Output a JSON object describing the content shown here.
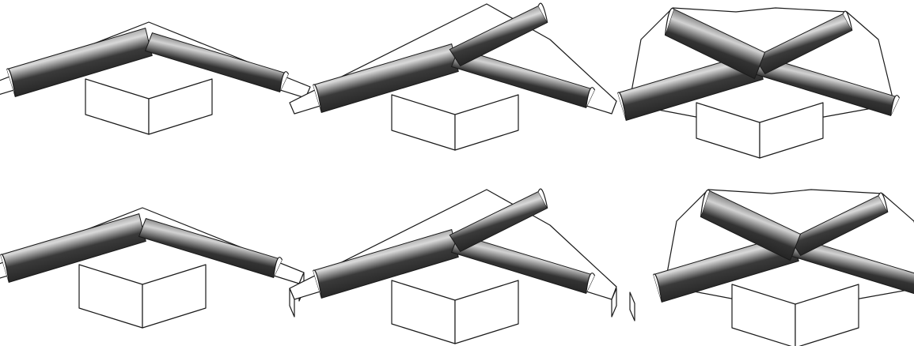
{
  "figure": {
    "panels": [
      {
        "id": "corner-flat",
        "shape": "corner",
        "variant": "flat-flange"
      },
      {
        "id": "tee-flat",
        "shape": "tee",
        "variant": "flat-flange"
      },
      {
        "id": "cross-flat",
        "shape": "cross",
        "variant": "flat-flange"
      },
      {
        "id": "corner-raised",
        "shape": "corner",
        "variant": "raised-flange"
      },
      {
        "id": "tee-raised",
        "shape": "tee",
        "variant": "raised-flange"
      },
      {
        "id": "cross-raised",
        "shape": "cross",
        "variant": "raised-flange"
      }
    ],
    "colors": {
      "background": "#ffffff",
      "line": "#1a1a1a",
      "ridge_dark": "#2b2b2b",
      "ridge_mid": "#6e6e6e",
      "ridge_light": "#bdbdbd",
      "ridge_highlight": "#f2f2f2"
    }
  }
}
